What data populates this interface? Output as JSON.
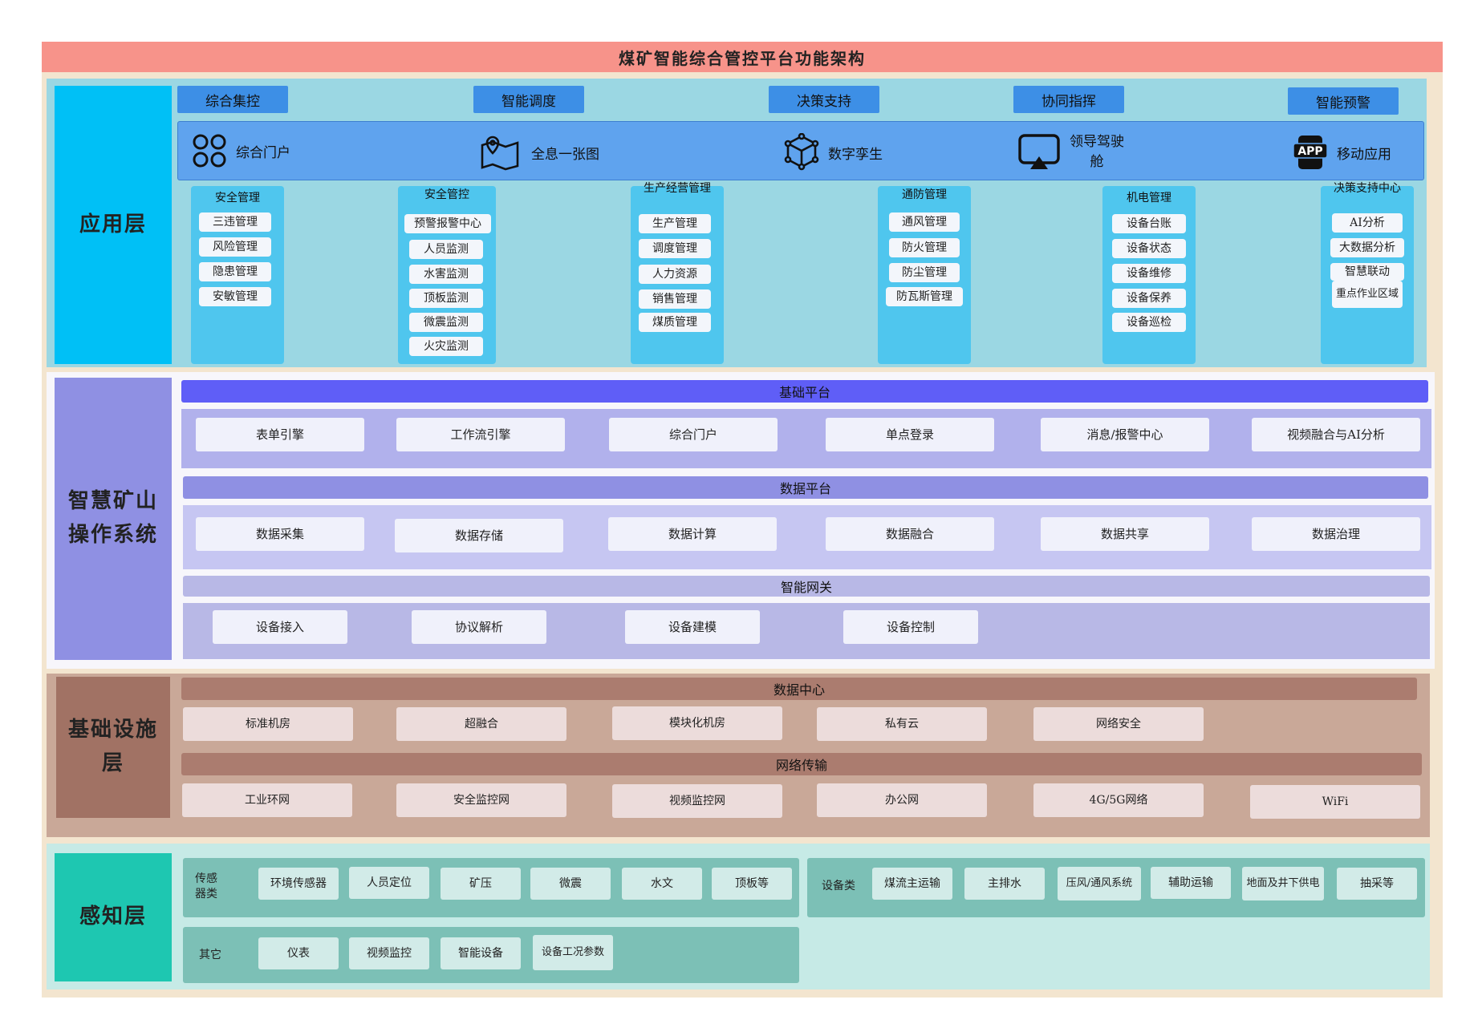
{
  "title": "煤矿智能综合管控平台功能架构",
  "colors": {
    "title_bg": "#f7938a",
    "outer_bg": "#f3e5cf",
    "app_bg": "#9bd7e3",
    "app_label_bg": "#00c0f6",
    "os_label_bg": "#8f90e3",
    "infra_bg": "#c9a898",
    "infra_label_bg": "#a17264",
    "sense_bg": "#c6eae6",
    "sense_label_bg": "#1ec7b1"
  },
  "app_layer": {
    "label": "应用层",
    "tabs": [
      "综合集控",
      "智能调度",
      "决策支持",
      "协同指挥",
      "智能预警"
    ],
    "portal": [
      {
        "label": "综合门户",
        "icon": "portal-grid-icon"
      },
      {
        "label": "全息一张图",
        "icon": "map-pin-icon"
      },
      {
        "label": "数字孪生",
        "icon": "digital-twin-icon"
      },
      {
        "label": "领导驾驶舱",
        "icon": "cockpit-screen-icon"
      },
      {
        "label": "移动应用",
        "icon": "app-phone-icon",
        "badge": "APP"
      }
    ],
    "modules": [
      {
        "title": "安全管理",
        "items": [
          "三违管理",
          "风险管理",
          "隐患管理",
          "安敏管理"
        ]
      },
      {
        "title": "安全管控",
        "items": [
          "预警报警中心",
          "人员监测",
          "水害监测",
          "顶板监测",
          "微震监测",
          "火灾监测"
        ]
      },
      {
        "title": "生产经营管理",
        "items": [
          "生产管理",
          "调度管理",
          "人力资源",
          "销售管理",
          "煤质管理"
        ]
      },
      {
        "title": "通防管理",
        "items": [
          "通风管理",
          "防火管理",
          "防尘管理",
          "防瓦斯管理"
        ]
      },
      {
        "title": "机电管理",
        "items": [
          "设备台账",
          "设备状态",
          "设备维修",
          "设备保养",
          "设备巡检"
        ]
      },
      {
        "title": "决策支持中心",
        "items": [
          "AI分析",
          "大数据分析",
          "智慧联动",
          "重点作业区域"
        ]
      }
    ]
  },
  "os_layer": {
    "label": "智慧矿山操作系统",
    "base_platform": {
      "title": "基础平台",
      "items": [
        "表单引擎",
        "工作流引擎",
        "综合门户",
        "单点登录",
        "消息/报警中心",
        "视频融合与AI分析"
      ]
    },
    "data_platform": {
      "title": "数据平台",
      "items": [
        "数据采集",
        "数据存储",
        "数据计算",
        "数据融合",
        "数据共享",
        "数据治理"
      ]
    },
    "gateway": {
      "title": "智能网关",
      "items": [
        "设备接入",
        "协议解析",
        "设备建模",
        "设备控制"
      ]
    }
  },
  "infra_layer": {
    "label": "基础设施层",
    "data_center": {
      "title": "数据中心",
      "items": [
        "标准机房",
        "超融合",
        "模块化机房",
        "私有云",
        "网络安全"
      ]
    },
    "network": {
      "title": "网络传输",
      "items": [
        "工业环网",
        "安全监控网",
        "视频监控网",
        "办公网",
        "4G/5G网络",
        "WiFi"
      ]
    }
  },
  "sense_layer": {
    "label": "感知层",
    "sensors": {
      "title": "传感器类",
      "items": [
        "环境传感器",
        "人员定位",
        "矿压",
        "微震",
        "水文",
        "顶板等"
      ]
    },
    "devices": {
      "title": "设备类",
      "items": [
        "煤流主运输",
        "主排水",
        "压风/通风系统",
        "辅助运输",
        "地面及井下供电",
        "抽采等"
      ]
    },
    "others": {
      "title": "其它",
      "items": [
        "仪表",
        "视频监控",
        "智能设备",
        "设备工况参数"
      ]
    }
  }
}
